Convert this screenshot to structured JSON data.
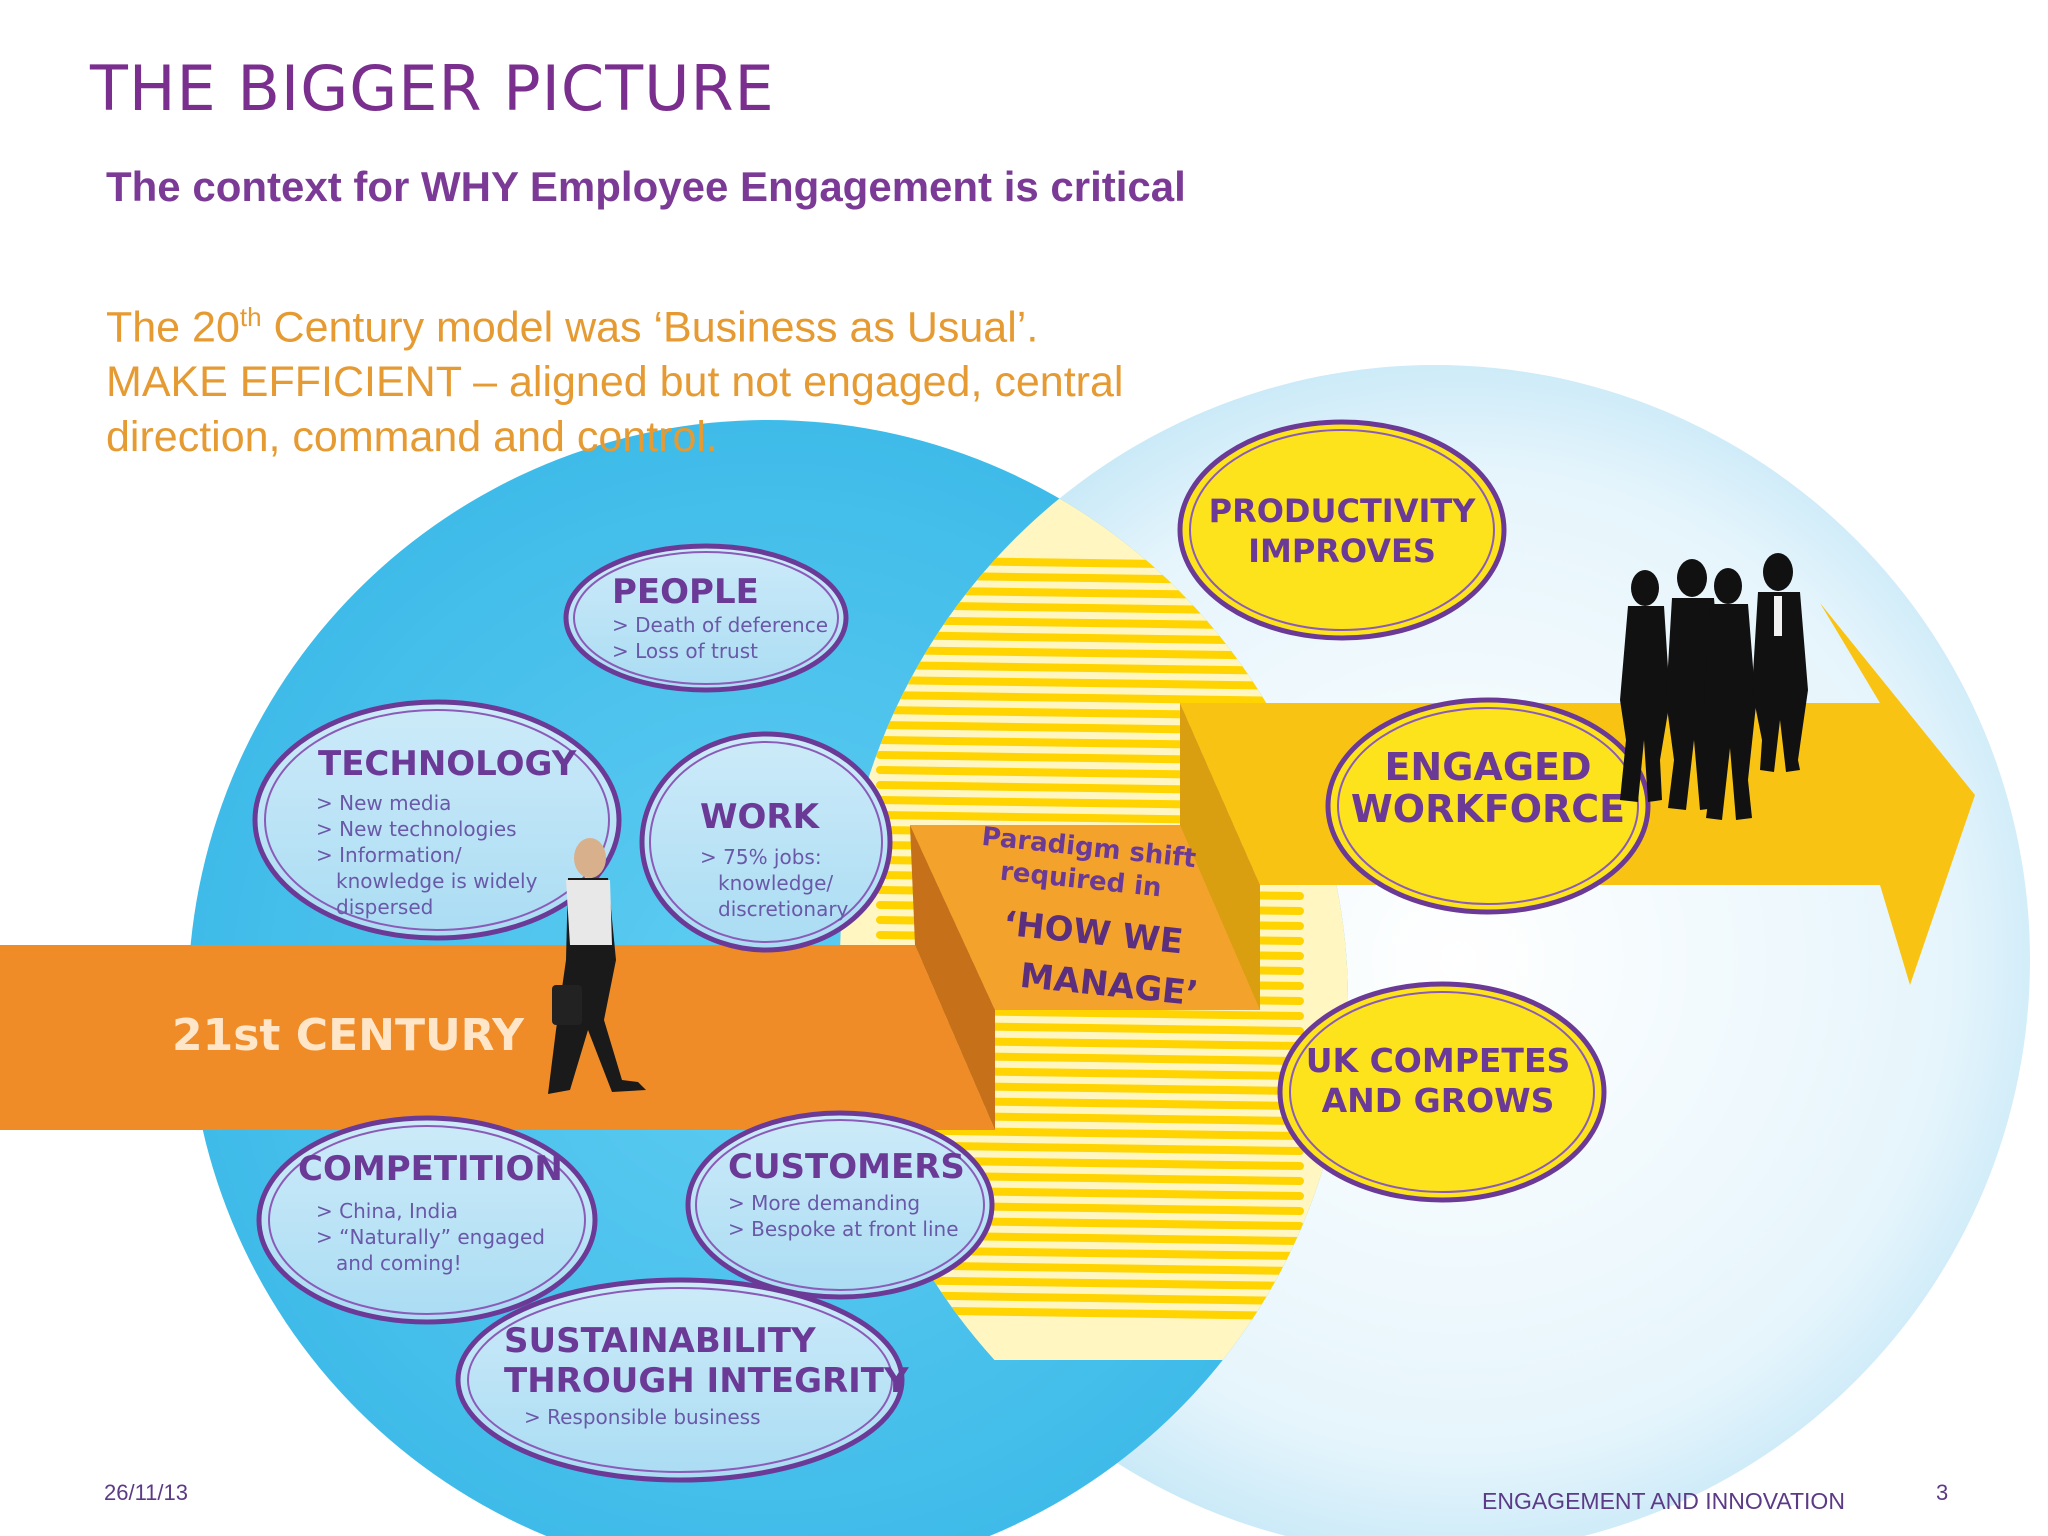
{
  "slide": {
    "title": "THE BIGGER PICTURE",
    "subtitle": "The context for WHY Employee Engagement is critical",
    "intro": {
      "line1_prefix": "The 20",
      "line1_sup": "th",
      "line1_suffix": " Century model was ‘Business as Usual’.",
      "line2": "MAKE EFFICIENT – aligned but not engaged, central",
      "line3": "direction, command and control."
    }
  },
  "diagram": {
    "people": {
      "title": "PEOPLE",
      "items": [
        "> Death of deference",
        "> Loss of trust"
      ]
    },
    "technology": {
      "title": "TECHNOLOGY",
      "items": [
        "> New media",
        "> New technologies",
        "> Information/",
        "knowledge is widely",
        "dispersed"
      ]
    },
    "work": {
      "title": "WORK",
      "items": [
        "> 75% jobs:",
        "knowledge/",
        "discretionary"
      ]
    },
    "competition": {
      "title": "COMPETITION",
      "items": [
        "> China, India",
        "> “Naturally” engaged",
        "and coming!"
      ]
    },
    "customers": {
      "title": "CUSTOMERS",
      "items": [
        "> More demanding",
        "> Bespoke at front line"
      ]
    },
    "sustainability": {
      "title_line1": "SUSTAINABILITY",
      "title_line2": "THROUGH INTEGRITY",
      "items": [
        "> Responsible business"
      ]
    },
    "century_label": "21st CENTURY",
    "paradigm": {
      "line1": "Paradigm shift",
      "line2": "required in",
      "line3": "‘HOW WE",
      "line4": "MANAGE’"
    },
    "outcomes": {
      "productivity": {
        "line1": "PRODUCTIVITY",
        "line2": "IMPROVES"
      },
      "engaged": {
        "line1": "ENGAGED",
        "line2": "WORKFORCE"
      },
      "uk": {
        "line1": "UK COMPETES",
        "line2": "AND GROWS"
      }
    }
  },
  "footer": {
    "date": "26/11/13",
    "label": "ENGAGEMENT AND INNOVATION",
    "page": "3"
  },
  "colors": {
    "title_purple": "#7a2e8e",
    "intro_orange": "#e69a32",
    "circle_blue": "#4dc3ee",
    "light_blue": "#d6eef8",
    "orange_arrow": "#f08c28",
    "gold": "#f9c314",
    "bubble_yellow": "#fde31c"
  }
}
